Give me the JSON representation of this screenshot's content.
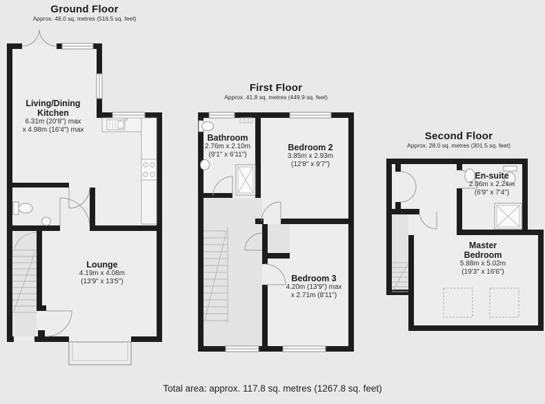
{
  "colors": {
    "background": "#e9e9e9",
    "wall": "#1d1d1d",
    "room_fill": "#ededed",
    "landing_fill": "#e3e3e3",
    "fixture_stroke": "#9a9a9a",
    "text": "#1d1d1d"
  },
  "total_area": "Total area: approx. 117.8 sq. metres (1267.8 sq. feet)",
  "floors": [
    {
      "title": "Ground Floor",
      "subtitle": "Approx. 48.0 sq. metres (516.5 sq. feet)",
      "rooms": [
        {
          "name1": "Living/Dining",
          "name2": "Kitchen",
          "dim1": "6.31m (20'8\") max",
          "dim2": "x 4.98m (16'4\") max"
        },
        {
          "name1": "Lounge",
          "dim1": "4.19m x 4.08m",
          "dim2": "(13'9\" x 13'5\")"
        }
      ]
    },
    {
      "title": "First Floor",
      "subtitle": "Approx. 41.8 sq. metres (449.9 sq. feet)",
      "rooms": [
        {
          "name1": "Bathroom",
          "dim1": "2.76m x 2.10m",
          "dim2": "(9'1\" x 6'11\")"
        },
        {
          "name1": "Bedroom 2",
          "dim1": "3.85m x 2.93m",
          "dim2": "(12'8\" x 9'7\")"
        },
        {
          "name1": "Bedroom 3",
          "dim1": "4.20m (13'9\") max",
          "dim2": "x 2.71m (8'11\")"
        }
      ]
    },
    {
      "title": "Second Floor",
      "subtitle": "Approx. 28.0 sq. metres (301.5 sq. feet)",
      "rooms": [
        {
          "name1": "En-suite",
          "dim1": "2.06m x 2.24m",
          "dim2": "(6'9\" x 7'4\")"
        },
        {
          "name1": "Master",
          "name2": "Bedroom",
          "dim1": "5.88m x 5.02m",
          "dim2": "(19'3\" x 16'6\")"
        }
      ]
    }
  ]
}
